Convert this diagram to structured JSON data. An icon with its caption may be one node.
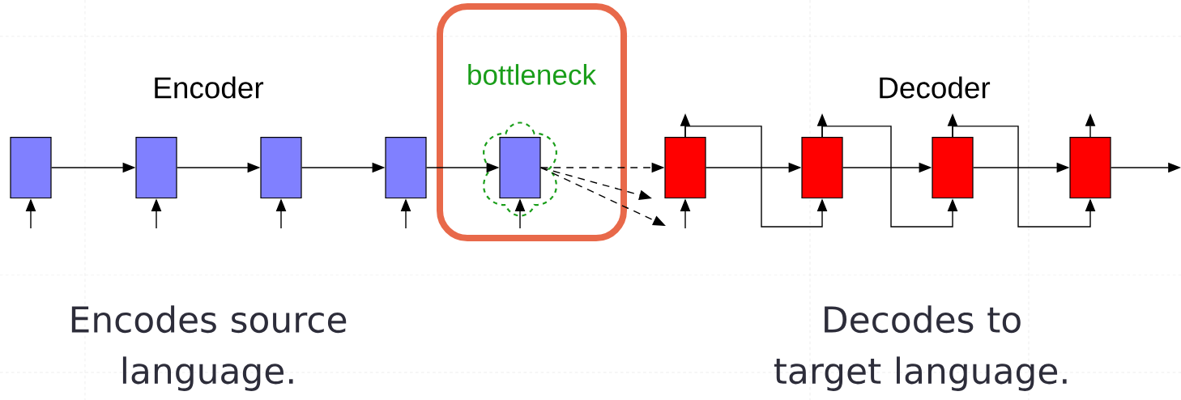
{
  "diagram": {
    "nodes": [
      {
        "text": [],
        "shape": "box"
      },
      {
        "text": [],
        "shape": "box"
      },
      {
        "text": [],
        "shape": "box"
      },
      {
        "text": [],
        "shape": "box"
      },
      {
        "text": [
          "bottleneck"
        ]
      },
      {
        "text": [],
        "shape": "box",
        "in": 4
      },
      {
        "text": [],
        "shape": "box"
      },
      {
        "text": [],
        "shape": "box"
      },
      {
        "text": [],
        "shape": "box"
      },
      {
        "text": [],
        "shape": "box"
      }
    ],
    "edges": [
      {
        "from": null,
        "to": 0,
        "arrow": "to"
      },
      {
        "from": null,
        "to": 1,
        "arrow": "to"
      },
      {
        "from": null,
        "to": 2,
        "arrow": "to"
      },
      {
        "from": null,
        "to": 3,
        "arrow": "to"
      },
      {
        "from": null,
        "to": 5,
        "arrow": "to"
      },
      {
        "from": null,
        "to": 6,
        "arrow": "to"
      },
      {
        "from": 0,
        "to": 1,
        "arrow": "to"
      },
      {
        "from": 1,
        "to": 2,
        "arrow": "to"
      },
      {
        "from": 2,
        "to": 3,
        "arrow": "to"
      },
      {
        "from": 3,
        "to": 5,
        "arrow": "to"
      },
      {
        "from": 5,
        "to": 6,
        "arrow": "to",
        "style": "dashed"
      },
      {
        "from": 5,
        "to": null,
        "arrow": "to",
        "style": "dashed"
      },
      {
        "from": 5,
        "to": null,
        "arrow": "to",
        "style": "dashed"
      },
      {
        "from": 6,
        "to": 7,
        "arrow": "to"
      },
      {
        "from": 7,
        "to": 8,
        "arrow": "to"
      },
      {
        "from": 8,
        "to": 9,
        "arrow": "to"
      },
      {
        "from": 9,
        "to": null,
        "arrow": "to"
      },
      {
        "from": 6,
        "to": null,
        "arrow": "to"
      },
      {
        "from": 7,
        "to": null,
        "arrow": "to"
      },
      {
        "from": 8,
        "to": null,
        "arrow": "to"
      },
      {
        "from": 9,
        "to": null,
        "arrow": "to"
      },
      {
        "from": 6,
        "to": 7,
        "arrow": "to"
      },
      {
        "from": 7,
        "to": 8,
        "arrow": "to"
      },
      {
        "from": 8,
        "to": 9,
        "arrow": "to"
      }
    ],
    "labels": [
      "Encoder",
      "Decoder",
      "Encodes source language.",
      "Decodes to target language."
    ]
  }
}
